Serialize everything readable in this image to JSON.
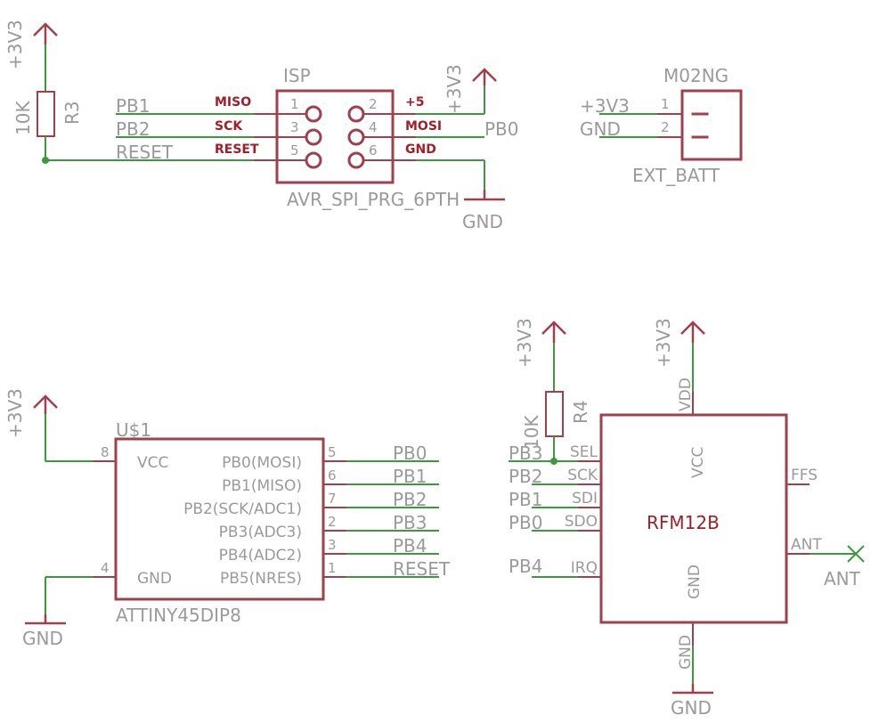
{
  "power_labels": {
    "v33": "+3V3",
    "gnd": "GND",
    "plus5": "+5"
  },
  "r3": {
    "name": "R3",
    "value": "10K"
  },
  "r4": {
    "name": "R4",
    "value": "10K"
  },
  "isp": {
    "name": "ISP",
    "value": "AVR_SPI_PRG_6PTH",
    "pin_nums": [
      "1",
      "2",
      "3",
      "4",
      "5",
      "6"
    ],
    "pin_labels": {
      "miso": "MISO",
      "sck": "SCK",
      "reset": "RESET",
      "plus5": "+5",
      "mosi": "MOSI",
      "gnd": "GND"
    },
    "nets": {
      "pb1": "PB1",
      "pb2": "PB2",
      "reset": "RESET",
      "pb0": "PB0"
    }
  },
  "batt": {
    "name": "M02NG",
    "value": "EXT_BATT",
    "pin_nums": [
      "1",
      "2"
    ],
    "nets": [
      "+3V3",
      "GND"
    ]
  },
  "attiny": {
    "name": "U$1",
    "value": "ATTINY45DIP8",
    "left_pins": [
      {
        "num": "8",
        "name": "VCC"
      },
      {
        "num": "4",
        "name": "GND"
      }
    ],
    "right_pins": [
      {
        "num": "5",
        "name": "PB0(MOSI)",
        "net": "PB0"
      },
      {
        "num": "6",
        "name": "PB1(MISO)",
        "net": "PB1"
      },
      {
        "num": "7",
        "name": "PB2(SCK/ADC1)",
        "net": "PB2"
      },
      {
        "num": "2",
        "name": "PB3(ADC3)",
        "net": "PB3"
      },
      {
        "num": "3",
        "name": "PB4(ADC2)",
        "net": "PB4"
      },
      {
        "num": "1",
        "name": "PB5(NRES)",
        "net": "RESET"
      }
    ]
  },
  "rfm": {
    "value": "RFM12B",
    "left_pins": [
      {
        "name": "SEL",
        "net": "PB3"
      },
      {
        "name": "SCK",
        "net": "PB2"
      },
      {
        "name": "SDI",
        "net": "PB1"
      },
      {
        "name": "SDO",
        "net": "PB0"
      },
      {
        "name": "IRQ",
        "net": "PB4"
      }
    ],
    "vdd": "VDD",
    "vcc": "VCC",
    "gnd_inner": "GND",
    "gnd_pin": "GND",
    "ffs": "FFS",
    "ant_pin": "ANT",
    "ant_net": "ANT"
  }
}
